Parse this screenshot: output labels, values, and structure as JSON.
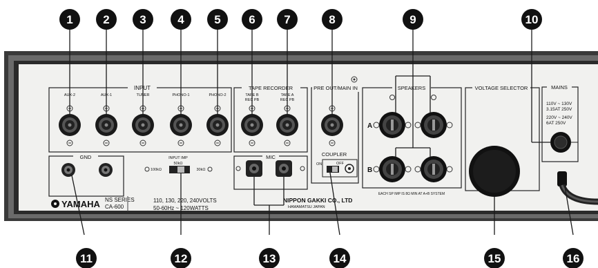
{
  "callouts": [
    "1",
    "2",
    "3",
    "4",
    "5",
    "6",
    "7",
    "8",
    "9",
    "10",
    "11",
    "12",
    "13",
    "14",
    "15",
    "16"
  ],
  "sections": {
    "input": "INPUT",
    "tape_recorder": "TAPE RECORDER",
    "pre_out_main_in": "PRE OUT/MAIN IN",
    "speakers": "SPEAKERS",
    "voltage_selector": "VOLTAGE SELECTOR",
    "mains": "MAINS",
    "gnd": "GND",
    "mic": "MIC",
    "coupler": "COUPLER"
  },
  "jack_labels": [
    "AUX-2",
    "AUX-1",
    "TUNER",
    "PHONO-1",
    "PHONO-2",
    "TAPE B",
    "TAPE A",
    "REC PB",
    "REC PB"
  ],
  "input_imp": {
    "label": "INPUT IMP",
    "center": "50kΩ",
    "left": "100kΩ",
    "right": "30kΩ"
  },
  "coupler_switch": {
    "on": "ON",
    "off": "OFF"
  },
  "speaker_letters": [
    "A",
    "B"
  ],
  "speaker_note": "EACH SP IMP IS 8Ω MIN AT A+B SYSTEM",
  "mains_ratings": [
    "110V ~ 130V",
    "3.15AT 250V",
    "220V ~ 240V",
    "6AT 250V"
  ],
  "brand": "YAMAHA",
  "series": "NS SERIES",
  "model": "CA-600",
  "power_spec": [
    "110, 130, 220, 240VOLTS",
    "50-60Hz ~ 120WATTS"
  ],
  "maker": "NIPPON GAKKI CO., LTD",
  "maker_location": "HAMAMATSU JAPAN"
}
